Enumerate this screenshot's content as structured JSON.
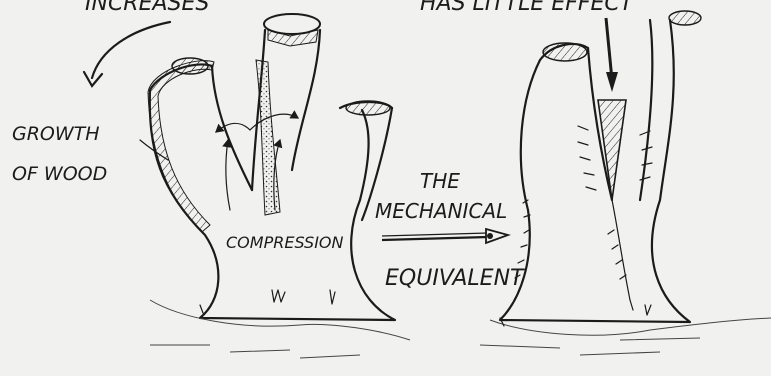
{
  "labels": {
    "top_left": "INCREASES",
    "top_right": "HAS LITTLE EFFECT",
    "growth_line1": "GROWTH",
    "growth_line2": "OF WOOD",
    "the": "THE",
    "mechanical": "MECHANICAL",
    "compression": "COMPRESSION",
    "equivalent": "EQUIVALENT"
  },
  "icons": [
    "left-tree-stump",
    "right-tree-stump",
    "wedge-icon",
    "arrow-icon"
  ],
  "colors": {
    "ink": "#1b1b1b",
    "paper": "#f1f1ef"
  }
}
